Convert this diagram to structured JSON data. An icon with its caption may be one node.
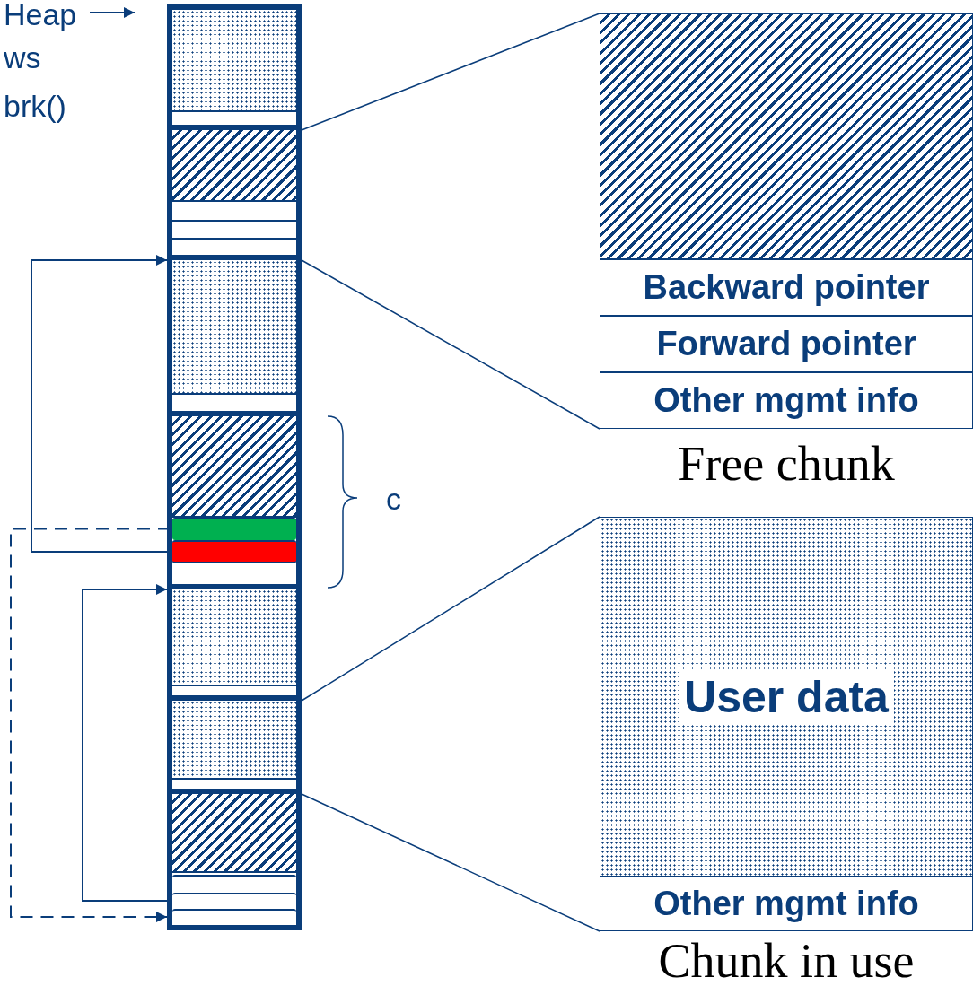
{
  "diagram": {
    "nodes": [
      {
        "text": [],
        "shape": "box"
      },
      {
        "text": [],
        "shape": "box",
        "in": 0
      },
      {
        "text": [],
        "shape": "box",
        "in": 0
      },
      {
        "text": [],
        "shape": "box",
        "in": 0
      },
      {
        "text": [],
        "shape": "box",
        "in": 0
      },
      {
        "text": [],
        "shape": "bar",
        "in": 4
      },
      {
        "text": [],
        "shape": "bar",
        "in": 4
      },
      {
        "text": [],
        "shape": "box",
        "in": 0
      },
      {
        "text": [],
        "shape": "box",
        "in": 0
      },
      {
        "text": [],
        "shape": "box",
        "in": 0
      },
      {
        "text": [],
        "shape": "bar",
        "in": 9
      },
      {
        "text": [],
        "shape": "bar",
        "in": 9
      },
      {
        "text": [],
        "shape": "bar",
        "in": 9
      },
      {
        "text": [
          "Free chunk"
        ]
      },
      {
        "text": [
          "Backward pointer"
        ],
        "in": 13
      },
      {
        "text": [
          "Forward pointer"
        ],
        "in": 13
      },
      {
        "text": [
          "Other mgmt info"
        ],
        "in": 13
      },
      {
        "text": [
          "Chunk in use"
        ]
      },
      {
        "text": [
          "User data"
        ],
        "in": 17
      },
      {
        "text": [
          "Other mgmt info"
        ],
        "in": 17
      }
    ],
    "edges": [
      {
        "from": 2,
        "to": 13,
        "arrow": "none"
      },
      {
        "from": 2,
        "to": 13,
        "arrow": "none"
      },
      {
        "from": 8,
        "to": 17,
        "arrow": "none"
      },
      {
        "from": 8,
        "to": 17,
        "arrow": "none"
      },
      {
        "from": 6,
        "to": 3,
        "arrow": "to"
      },
      {
        "from": 5,
        "to": 12,
        "arrow": "to",
        "style": "dashed"
      },
      {
        "from": 11,
        "to": 7,
        "arrow": "to"
      }
    ],
    "labels": [
      "Heap",
      "ws",
      "brk()",
      "c"
    ]
  }
}
